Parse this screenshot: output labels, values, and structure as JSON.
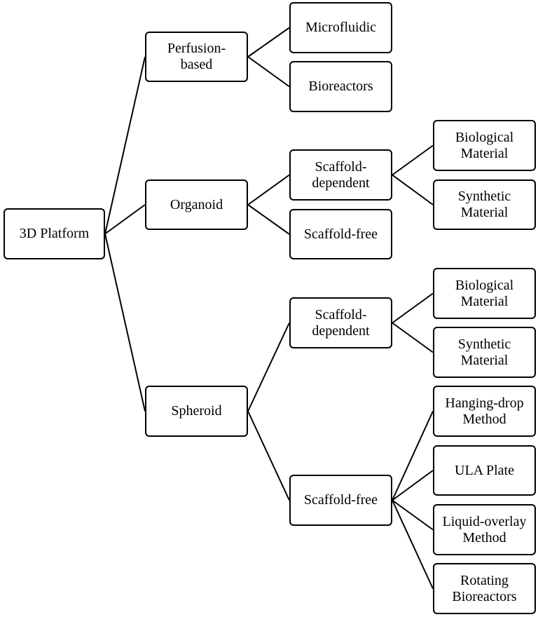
{
  "nodes": {
    "root": {
      "label": "3D Platform"
    },
    "perfusion": {
      "label": "Perfusion-\nbased"
    },
    "microfluidic": {
      "label": "Microfluidic"
    },
    "bioreactors": {
      "label": "Bioreactors"
    },
    "organoid": {
      "label": "Organoid"
    },
    "org_scaffold_dep": {
      "label": "Scaffold-\ndependent"
    },
    "org_scaffold_free": {
      "label": "Scaffold-free"
    },
    "org_bio_material": {
      "label": "Biological\nMaterial"
    },
    "org_syn_material": {
      "label": "Synthetic\nMaterial"
    },
    "spheroid": {
      "label": "Spheroid"
    },
    "sph_scaffold_dep": {
      "label": "Scaffold-\ndependent"
    },
    "sph_scaffold_free": {
      "label": "Scaffold-free"
    },
    "sph_bio_material": {
      "label": "Biological\nMaterial"
    },
    "sph_syn_material": {
      "label": "Synthetic\nMaterial"
    },
    "hanging_drop": {
      "label": "Hanging-drop\nMethod"
    },
    "ula_plate": {
      "label": "ULA Plate"
    },
    "liquid_overlay": {
      "label": "Liquid-overlay\nMethod"
    },
    "rotating_bioreactors": {
      "label": "Rotating\nBioreactors"
    }
  },
  "edges": [
    [
      "root",
      "perfusion"
    ],
    [
      "root",
      "organoid"
    ],
    [
      "root",
      "spheroid"
    ],
    [
      "perfusion",
      "microfluidic"
    ],
    [
      "perfusion",
      "bioreactors"
    ],
    [
      "organoid",
      "org_scaffold_dep"
    ],
    [
      "organoid",
      "org_scaffold_free"
    ],
    [
      "org_scaffold_dep",
      "org_bio_material"
    ],
    [
      "org_scaffold_dep",
      "org_syn_material"
    ],
    [
      "spheroid",
      "sph_scaffold_dep"
    ],
    [
      "spheroid",
      "sph_scaffold_free"
    ],
    [
      "sph_scaffold_dep",
      "sph_bio_material"
    ],
    [
      "sph_scaffold_dep",
      "sph_syn_material"
    ],
    [
      "sph_scaffold_free",
      "hanging_drop"
    ],
    [
      "sph_scaffold_free",
      "ula_plate"
    ],
    [
      "sph_scaffold_free",
      "liquid_overlay"
    ],
    [
      "sph_scaffold_free",
      "rotating_bioreactors"
    ]
  ]
}
